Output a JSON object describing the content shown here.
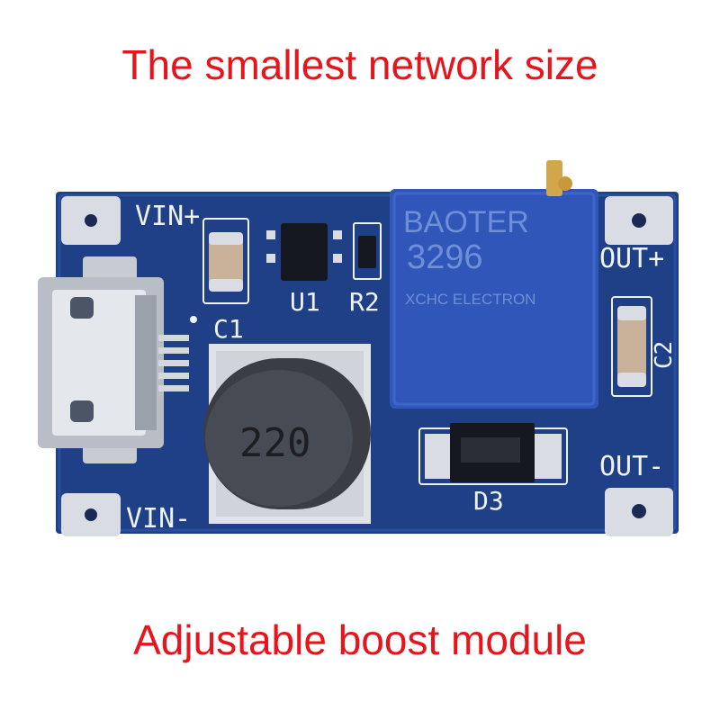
{
  "captions": {
    "top": "The smallest network size",
    "bottom": "Adjustable boost module"
  },
  "board": {
    "vin_plus": "VIN+",
    "vin_minus": "VIN-",
    "out_plus": "OUT+",
    "out_minus": "OUT-",
    "c1": "C1",
    "c2": "C2",
    "u1": "U1",
    "r2": "R2",
    "d3": "D3",
    "inductor_value": "220",
    "pot_brand": "BAOTER",
    "pot_model": "3296",
    "pot_maker": "XCHC ELECTRON"
  },
  "colors": {
    "caption": "#e8141b",
    "pcb": "#1f3f86",
    "potentiometer": "#2f56b8"
  }
}
